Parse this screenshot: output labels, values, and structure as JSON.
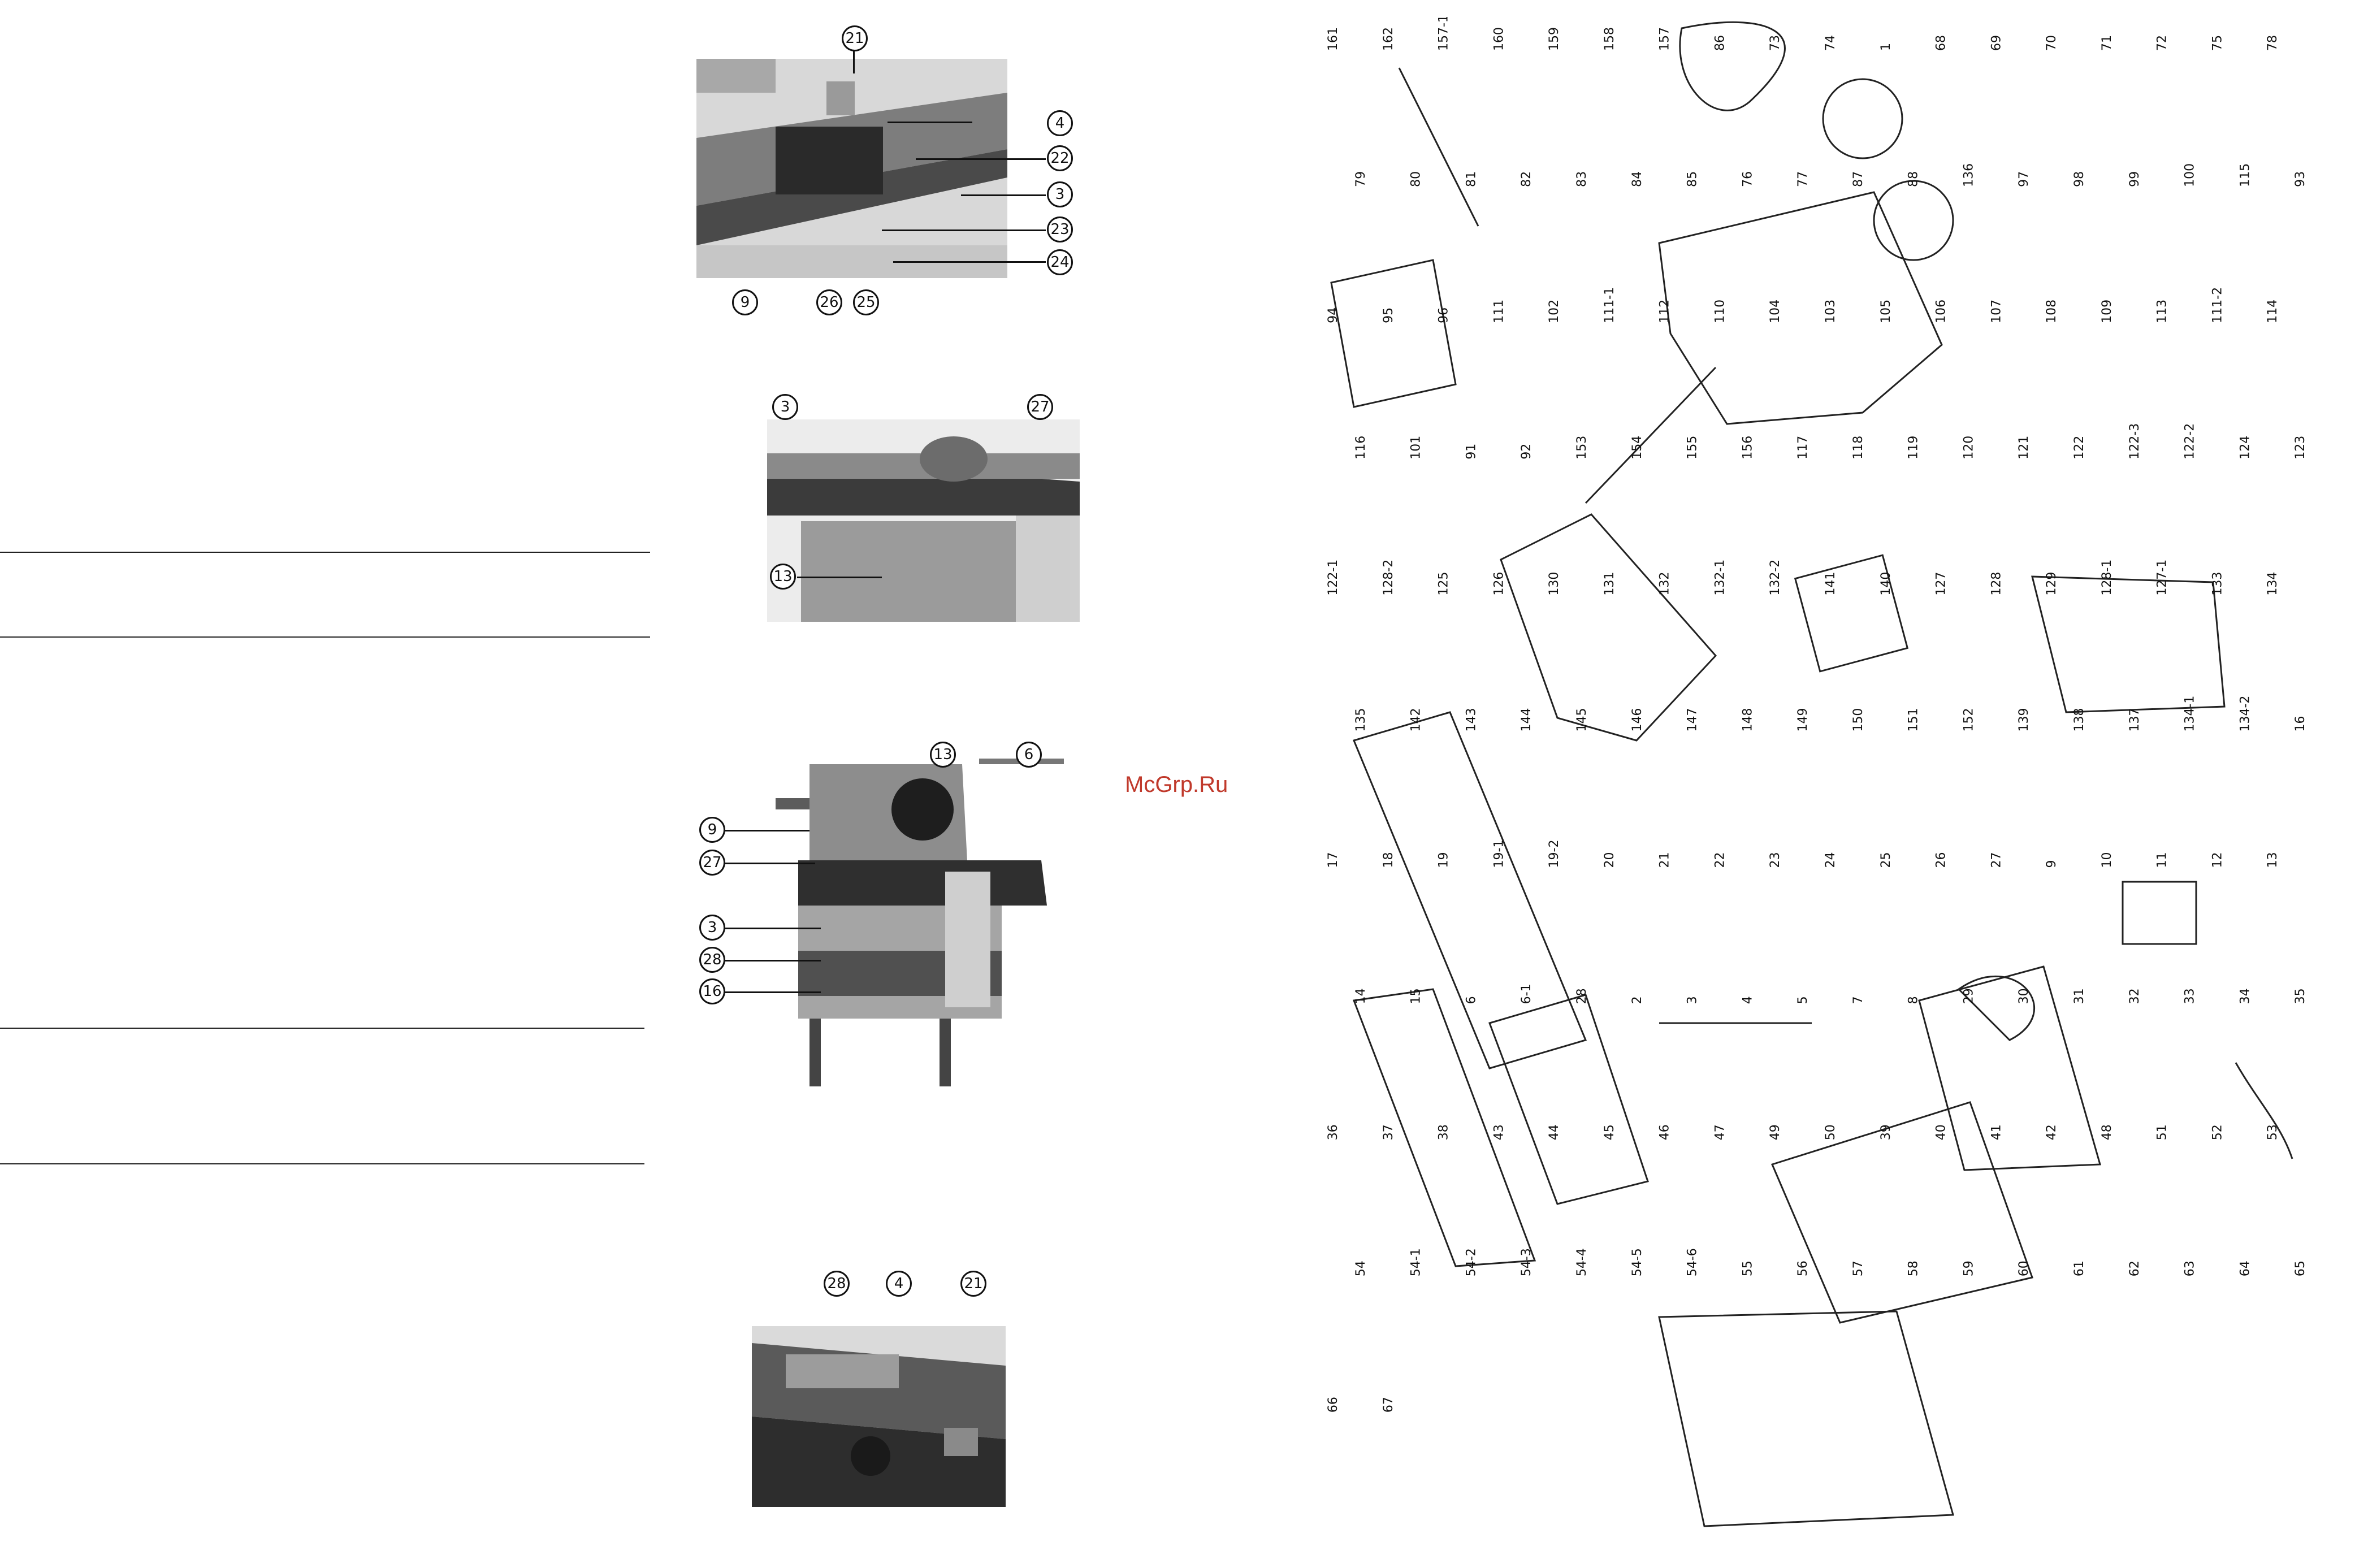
{
  "watermark": "McGrp.Ru",
  "photos": [
    {
      "callouts": [
        {
          "label": "21"
        },
        {
          "label": "4"
        },
        {
          "label": "22"
        },
        {
          "label": "3"
        },
        {
          "label": "23"
        },
        {
          "label": "24"
        },
        {
          "label": "9"
        },
        {
          "label": "26"
        },
        {
          "label": "25"
        }
      ]
    },
    {
      "callouts": [
        {
          "label": "3"
        },
        {
          "label": "27"
        },
        {
          "label": "13"
        }
      ]
    },
    {
      "callouts": [
        {
          "label": "13"
        },
        {
          "label": "6"
        },
        {
          "label": "9"
        },
        {
          "label": "27"
        },
        {
          "label": "3"
        },
        {
          "label": "28"
        },
        {
          "label": "16"
        }
      ]
    },
    {
      "callouts": [
        {
          "label": "28"
        },
        {
          "label": "4"
        },
        {
          "label": "21"
        }
      ]
    }
  ],
  "diagram": {
    "part_labels": [
      "161",
      "162",
      "157-1",
      "160",
      "159",
      "158",
      "157",
      "86",
      "73",
      "74",
      "1",
      "68",
      "69",
      "70",
      "71",
      "72",
      "75",
      "78",
      "79",
      "80",
      "81",
      "82",
      "83",
      "84",
      "85",
      "76",
      "77",
      "87",
      "88",
      "136",
      "97",
      "98",
      "99",
      "100",
      "115",
      "93",
      "94",
      "95",
      "96",
      "111",
      "102",
      "111-1",
      "112",
      "110",
      "104",
      "103",
      "105",
      "106",
      "107",
      "108",
      "109",
      "113",
      "111-2",
      "114",
      "116",
      "101",
      "91",
      "92",
      "153",
      "154",
      "155",
      "156",
      "117",
      "118",
      "119",
      "120",
      "121",
      "122",
      "122-3",
      "122-2",
      "124",
      "123",
      "122-1",
      "128-2",
      "125",
      "126",
      "130",
      "131",
      "132",
      "132-1",
      "132-2",
      "141",
      "140",
      "127",
      "128",
      "129",
      "128-1",
      "127-1",
      "133",
      "134",
      "135",
      "142",
      "143",
      "144",
      "145",
      "146",
      "147",
      "148",
      "149",
      "150",
      "151",
      "152",
      "139",
      "138",
      "137",
      "134-1",
      "134-2",
      "16",
      "17",
      "18",
      "19",
      "19-1",
      "19-2",
      "20",
      "21",
      "22",
      "23",
      "24",
      "25",
      "26",
      "27",
      "9",
      "10",
      "11",
      "12",
      "13",
      "14",
      "15",
      "6",
      "6-1",
      "28",
      "2",
      "3",
      "4",
      "5",
      "7",
      "8",
      "29",
      "30",
      "31",
      "32",
      "33",
      "34",
      "35",
      "36",
      "37",
      "38",
      "43",
      "44",
      "45",
      "46",
      "47",
      "49",
      "50",
      "39",
      "40",
      "41",
      "42",
      "48",
      "51",
      "52",
      "53",
      "54",
      "54-1",
      "54-2",
      "54-3",
      "54-4",
      "54-5",
      "54-6",
      "55",
      "56",
      "57",
      "58",
      "59",
      "60",
      "61",
      "62",
      "63",
      "64",
      "65",
      "66",
      "67"
    ]
  }
}
